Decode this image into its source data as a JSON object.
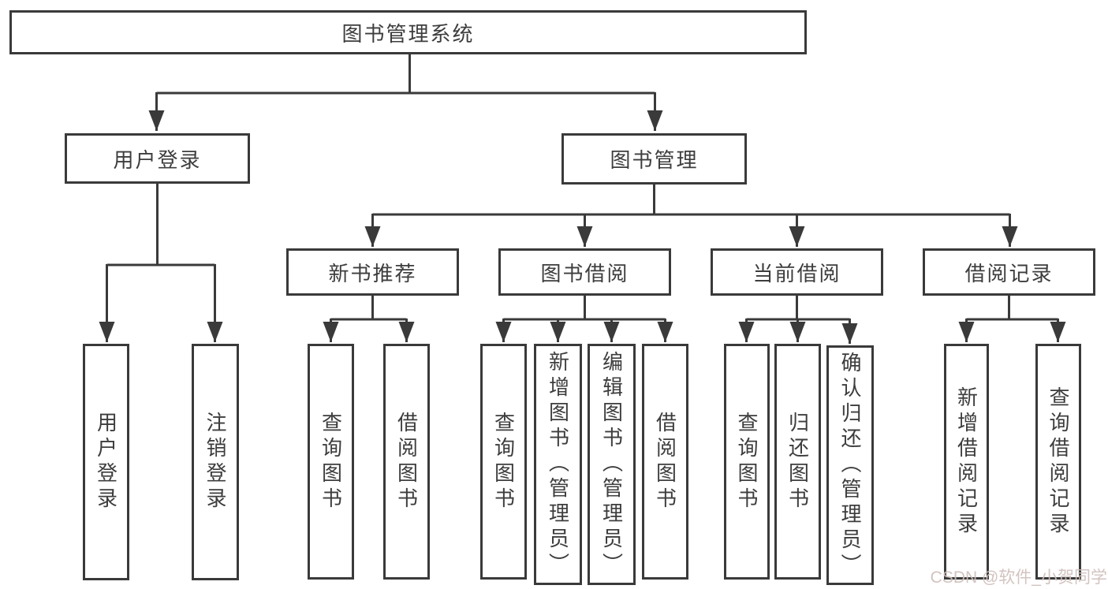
{
  "colors": {
    "line": "#3a3a3a",
    "box_border": "#3a3a3a",
    "text": "#3d3d3d",
    "background": "#ffffff",
    "watermark": "#cebebb"
  },
  "watermark": {
    "text": "CSDN @软件_小贺同学"
  },
  "tree": {
    "root": {
      "label": "图书管理系统"
    },
    "branches": [
      {
        "label": "用户登录",
        "children": [
          {
            "label": "用户登录"
          },
          {
            "label": "注销登录"
          }
        ]
      },
      {
        "label": "图书管理",
        "children": [
          {
            "label": "新书推荐",
            "children": [
              {
                "label": "查询图书"
              },
              {
                "label": "借阅图书"
              }
            ]
          },
          {
            "label": "图书借阅",
            "children": [
              {
                "label": "查询图书"
              },
              {
                "label": "新增图书（管理员）"
              },
              {
                "label": "编辑图书（管理员）"
              },
              {
                "label": "借阅图书"
              }
            ]
          },
          {
            "label": "当前借阅",
            "children": [
              {
                "label": "查询图书"
              },
              {
                "label": "归还图书"
              },
              {
                "label": "确认归还（管理员）"
              }
            ]
          },
          {
            "label": "借阅记录",
            "children": [
              {
                "label": "新增借阅记录"
              },
              {
                "label": "查询借阅记录"
              }
            ]
          }
        ]
      }
    ]
  }
}
